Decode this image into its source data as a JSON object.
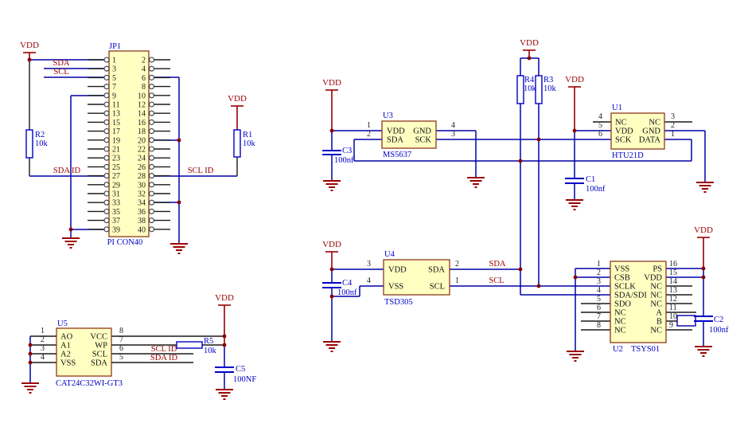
{
  "schematic": {
    "net_labels": {
      "vdd": "VDD",
      "sda": "SDA",
      "scl": "SCL",
      "sda_id": "SDA ID",
      "scl_id": "SCL ID"
    },
    "connector": {
      "ref": "JP1",
      "value": "PI CON40",
      "pins_odd": [
        "1",
        "3",
        "5",
        "7",
        "9",
        "11",
        "13",
        "15",
        "17",
        "19",
        "21",
        "23",
        "25",
        "27",
        "29",
        "31",
        "33",
        "35",
        "37",
        "39"
      ],
      "pins_even": [
        "2",
        "4",
        "6",
        "8",
        "10",
        "12",
        "14",
        "16",
        "18",
        "20",
        "22",
        "24",
        "26",
        "28",
        "30",
        "32",
        "34",
        "36",
        "38",
        "40"
      ]
    },
    "resistors": {
      "r1": {
        "ref": "R1",
        "value": "10k"
      },
      "r2": {
        "ref": "R2",
        "value": "10k"
      },
      "r3": {
        "ref": "R3",
        "value": "10k"
      },
      "r4": {
        "ref": "R4",
        "value": "10k"
      },
      "r5": {
        "ref": "R5",
        "value": "10k"
      }
    },
    "capacitors": {
      "c1": {
        "ref": "C1",
        "value": "100nf"
      },
      "c2": {
        "ref": "C2",
        "value": "100nf"
      },
      "c3": {
        "ref": "C3",
        "value": "100nf"
      },
      "c4": {
        "ref": "C4",
        "value": "100nf"
      },
      "c5": {
        "ref": "C5",
        "value": "100NF"
      }
    },
    "ics": {
      "u1": {
        "ref": "U1",
        "value": "HTU21D",
        "left_nums": [
          "4",
          "5",
          "6"
        ],
        "left_names": [
          "NC",
          "VDD",
          "SCK"
        ],
        "right_nums": [
          "3",
          "2",
          "1"
        ],
        "right_names": [
          "NC",
          "GND",
          "DATA"
        ]
      },
      "u2": {
        "ref": "U2",
        "value": "TSYS01",
        "left_nums": [
          "1",
          "2",
          "3",
          "4",
          "5",
          "6",
          "7",
          "8"
        ],
        "left_names": [
          "VSS",
          "CSB",
          "SCLK",
          "SDA/SDI",
          "SDO",
          "NC",
          "NC",
          "NC"
        ],
        "right_nums": [
          "16",
          "15",
          "14",
          "13",
          "12",
          "11",
          "10",
          "9"
        ],
        "right_names": [
          "PS",
          "VDD",
          "NC",
          "NC",
          "NC",
          "A",
          "B",
          "NC"
        ]
      },
      "u3": {
        "ref": "U3",
        "value": "MS5637",
        "left_nums": [
          "1",
          "2"
        ],
        "left_names": [
          "VDD",
          "SDA"
        ],
        "right_nums": [
          "4",
          "3"
        ],
        "right_names": [
          "GND",
          "SCK"
        ]
      },
      "u4": {
        "ref": "U4",
        "value": "TSD305",
        "left_nums": [
          "3",
          "4"
        ],
        "left_names": [
          "VDD",
          "VSS"
        ],
        "right_nums": [
          "2",
          "1"
        ],
        "right_names": [
          "SDA",
          "SCL"
        ]
      },
      "u5": {
        "ref": "U5",
        "value": "CAT24C32WI-GT3",
        "left_nums": [
          "1",
          "2",
          "3",
          "4"
        ],
        "left_names": [
          "AO",
          "A1",
          "A2",
          "VSS"
        ],
        "right_nums": [
          "8",
          "7",
          "6",
          "5"
        ],
        "right_names": [
          "VCC",
          "WP",
          "SCL",
          "SDA"
        ]
      }
    },
    "colors": {
      "wire": "#0000A8",
      "power": "#9B0000",
      "component_fill": "#FFFFC2",
      "component_border": "#8B3A1B",
      "symbol_blue": "#0000C8",
      "label_red": "#9B0000",
      "label_blue": "#0000C8"
    }
  }
}
